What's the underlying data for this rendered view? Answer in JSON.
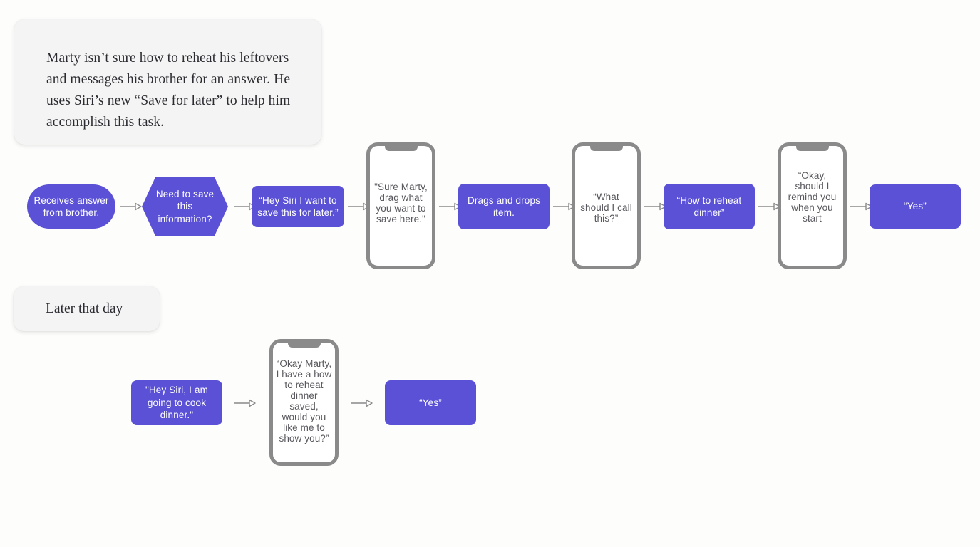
{
  "background_color": "#fdfdfc",
  "accent_color": "#5a51d6",
  "frame_color": "#8a8a8a",
  "captions": {
    "description": "Marty isn’t sure how to reheat his leftovers and messages his brother for an answer. He uses Siri’s new “Save for later” to help him accomplish this task.",
    "later_that_day": "Later that day"
  },
  "flow_row_1": [
    {
      "id": "receives-answer",
      "kind": "pill",
      "text": "Receives answer from brother."
    },
    {
      "id": "need-to-save",
      "kind": "hex",
      "text": "Need to save this information?"
    },
    {
      "id": "hey-siri-save",
      "kind": "rect",
      "text": "“Hey Siri I want to save this for later.”"
    },
    {
      "id": "sure-marty-drag",
      "kind": "phone",
      "text": "\"Sure Marty, drag what you want to save here.\""
    },
    {
      "id": "drags-and-drops",
      "kind": "rect",
      "text": "Drags and drops item."
    },
    {
      "id": "what-should-call",
      "kind": "phone",
      "text": "“What should I call this?”"
    },
    {
      "id": "how-to-reheat",
      "kind": "rect",
      "text": "“How to reheat dinner”"
    },
    {
      "id": "okay-remind-you",
      "kind": "phone",
      "text": "“Okay, should I remind you when you start"
    },
    {
      "id": "yes-1",
      "kind": "rect",
      "text": "“Yes”"
    }
  ],
  "flow_row_2": [
    {
      "id": "hey-siri-cook",
      "kind": "rect",
      "text": "\"Hey Siri, I am going to cook dinner.\""
    },
    {
      "id": "okay-marty-saved",
      "kind": "phone",
      "text": "“Okay Marty, I have a how to reheat dinner saved, would you like me to show you?”"
    },
    {
      "id": "yes-2",
      "kind": "rect",
      "text": "“Yes”"
    }
  ]
}
